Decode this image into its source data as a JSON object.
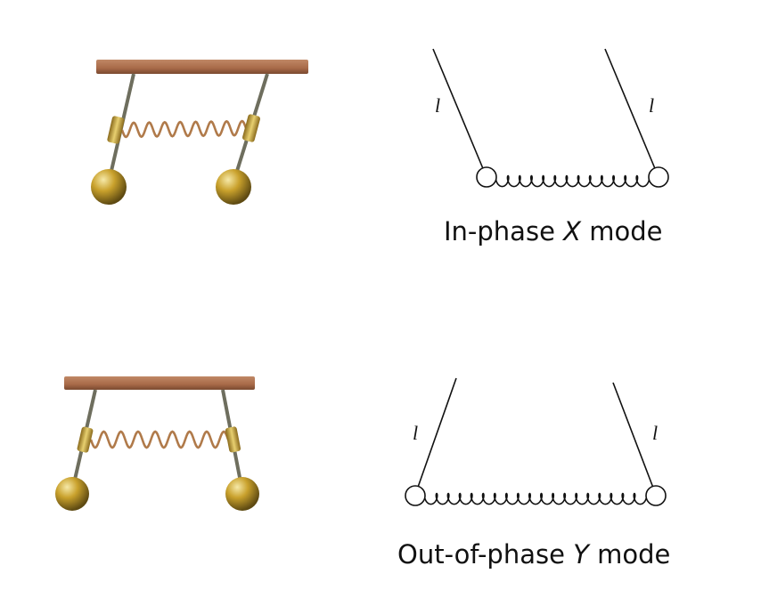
{
  "colors": {
    "board": "#a86a48",
    "board_dark": "#7a4a30",
    "spring_brass": "#b07a4a",
    "bob_gold": "#c9a12c",
    "collar": "#c8a83a",
    "rod": "#6e6e5e",
    "line": "#111111"
  },
  "panels": {
    "in_phase": {
      "caption_pre": "In-phase ",
      "caption_var": "X",
      "caption_post": " mode",
      "label_left": "l",
      "label_right": "l"
    },
    "out_of_phase": {
      "caption_pre": "Out-of-phase ",
      "caption_var": "Y",
      "caption_post": " mode",
      "label_left": "l",
      "label_right": "l"
    }
  }
}
